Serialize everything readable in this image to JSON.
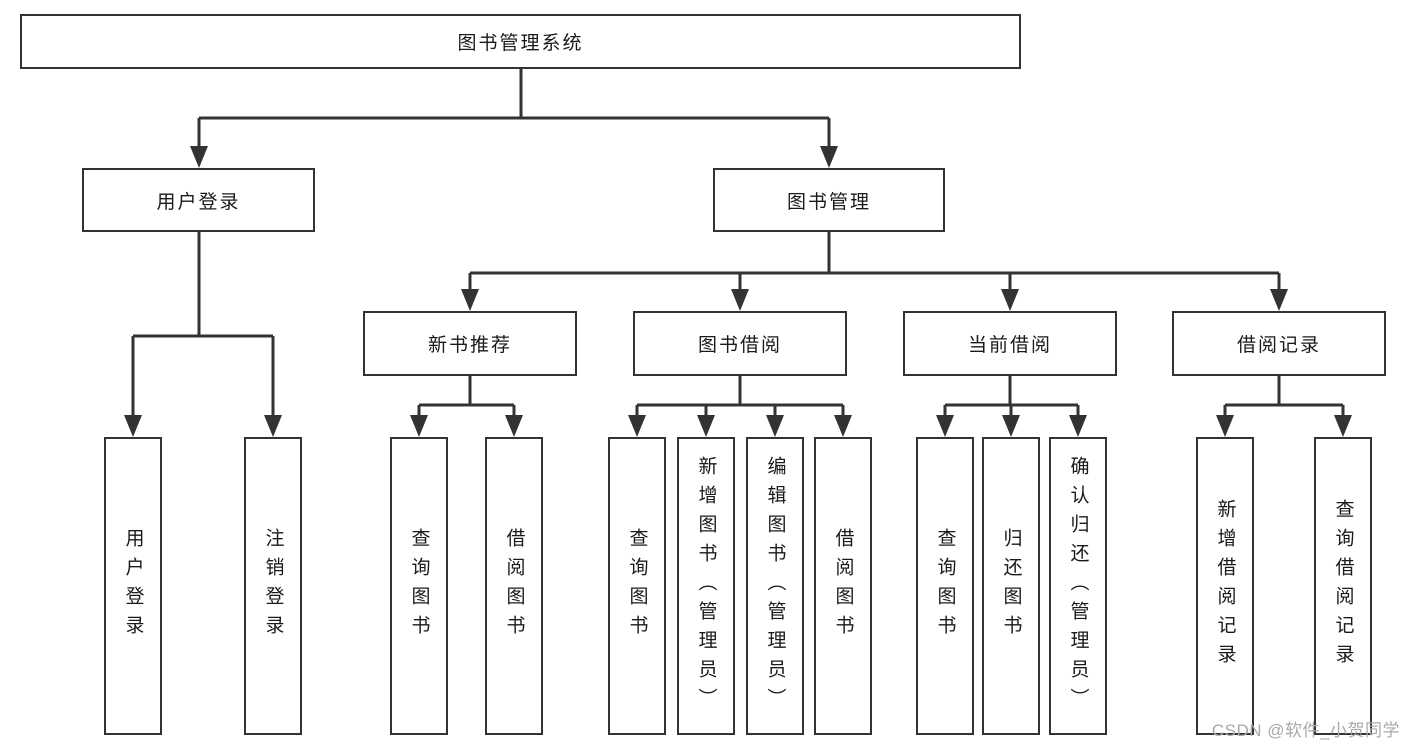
{
  "tree": {
    "root": {
      "label": "图书管理系统"
    },
    "branches": [
      {
        "label": "用户登录",
        "children": [
          {
            "label": "用户登录"
          },
          {
            "label": "注销登录"
          }
        ]
      },
      {
        "label": "图书管理",
        "children": [
          {
            "label": "新书推荐",
            "children": [
              {
                "label": "查询图书"
              },
              {
                "label": "借阅图书"
              }
            ]
          },
          {
            "label": "图书借阅",
            "children": [
              {
                "label": "查询图书"
              },
              {
                "label": "新增图书（管理员）"
              },
              {
                "label": "编辑图书（管理员）"
              },
              {
                "label": "借阅图书"
              }
            ]
          },
          {
            "label": "当前借阅",
            "children": [
              {
                "label": "查询图书"
              },
              {
                "label": "归还图书"
              },
              {
                "label": "确认归还（管理员）"
              }
            ]
          },
          {
            "label": "借阅记录",
            "children": [
              {
                "label": "新增借阅记录"
              },
              {
                "label": "查询借阅记录"
              }
            ]
          }
        ]
      }
    ]
  },
  "watermark": "CSDN @软件_小贺同学",
  "colors": {
    "line_color": "#333333",
    "text_color": "#1a1a1a",
    "background": "#ffffff",
    "watermark": "#a9a9a9"
  }
}
